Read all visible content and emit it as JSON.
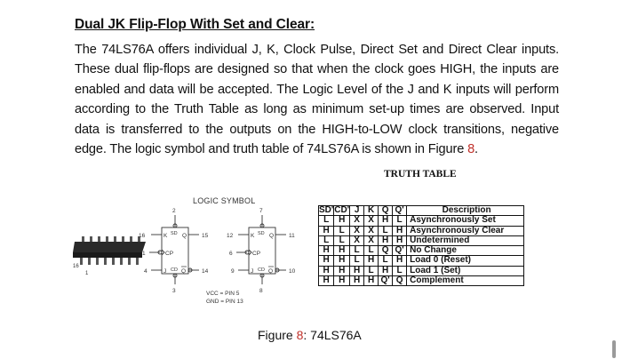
{
  "heading": "Dual JK Flip-Flop With Set and Clear:",
  "paragraph": {
    "text": "The 74LS76A offers individual J, K, Clock Pulse, Direct Set and Direct Clear inputs. These dual flip-flops are designed so that when the clock goes HIGH, the inputs are enabled and data will be accepted. The Logic Level of the J and K inputs will perform according to the Truth Table as long as minimum set-up times are observed. Input data is transferred to the outputs on the HIGH-to-LOW clock transitions, negative edge. The logic symbol and truth table of 74LS76A is shown in Figure ",
    "figure_number": "8",
    "end": "."
  },
  "truth_table": {
    "title": "TRUTH TABLE",
    "headers": [
      "SD'",
      "CD'",
      "J",
      "K",
      "Q",
      "Q'",
      "Description"
    ],
    "rows": [
      [
        "L",
        "H",
        "X",
        "X",
        "H",
        "L",
        "Asynchronously Set"
      ],
      [
        "H",
        "L",
        "X",
        "X",
        "L",
        "H",
        "Asynchronously Clear"
      ],
      [
        "L",
        "L",
        "X",
        "X",
        "H",
        "H",
        "Undetermined"
      ],
      [
        "H",
        "H",
        "L",
        "L",
        "Q",
        "Q'",
        "No Change"
      ],
      [
        "H",
        "H",
        "L",
        "H",
        "L",
        "H",
        "Load 0 (Reset)"
      ],
      [
        "H",
        "H",
        "H",
        "L",
        "H",
        "L",
        "Load 1 (Set)"
      ],
      [
        "H",
        "H",
        "H",
        "H",
        "Q'",
        "Q",
        "Complement"
      ]
    ]
  },
  "logic_symbol": {
    "title": "LOGIC SYMBOL",
    "chip_pins": [
      "16",
      "1"
    ],
    "ff1": {
      "sd_pin": "2",
      "cd_pin": "3",
      "j_pin": "4",
      "k_pin": "16",
      "cp_pin": "1",
      "q_pin": "15",
      "qbar_pin": "14",
      "j": "J",
      "k": "K",
      "cp": "CP",
      "sd": "SD",
      "cd": "CD",
      "q": "Q",
      "qbar": "Q"
    },
    "ff2": {
      "sd_pin": "7",
      "cd_pin": "8",
      "j_pin": "9",
      "k_pin": "12",
      "cp_pin": "6",
      "q_pin": "11",
      "qbar_pin": "10",
      "j": "J",
      "k": "K",
      "cp": "CP",
      "sd": "SD",
      "cd": "CD",
      "q": "Q",
      "qbar": "Q"
    },
    "vcc": "VCC = PIN 5",
    "gnd": "GND = PIN 13"
  },
  "caption": {
    "prefix": "Figure ",
    "number": "8",
    "suffix": ": 74LS76A"
  }
}
